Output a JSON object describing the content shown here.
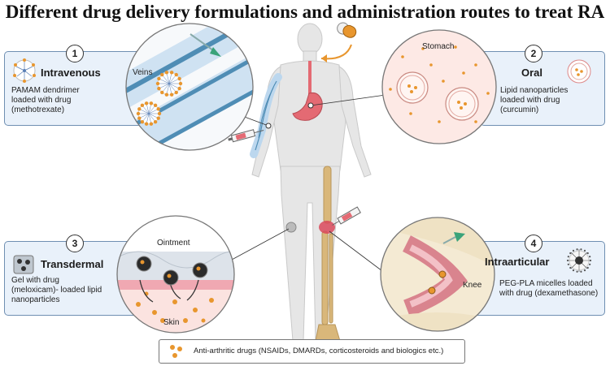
{
  "title": "Different drug delivery formulations and administration routes to treat RA",
  "panels": {
    "intravenous": {
      "number": "1",
      "title": "Intravenous",
      "description_lines": [
        "PAMAM dendrimer",
        "loaded with drug",
        "(methotrexate)"
      ],
      "label": "Veins"
    },
    "oral": {
      "number": "2",
      "title": "Oral",
      "description_lines": [
        "Lipid nanoparticles",
        "loaded with drug",
        "(curcumin)"
      ],
      "label": "Stomach"
    },
    "transdermal": {
      "number": "3",
      "title": "Transdermal",
      "description_lines": [
        "Gel with drug",
        "(meloxicam)-  loaded lipid",
        "nanoparticles"
      ],
      "label_top": "Ointment",
      "label_bottom": "Skin"
    },
    "intraarticular": {
      "number": "4",
      "title": "Intraarticular",
      "description_lines": [
        "PEG-PLA micelles loaded",
        "with drug (dexamethasone)"
      ],
      "label": "Knee"
    }
  },
  "legend": {
    "text": "Anti-arthritic drugs (NSAIDs, DMARDs, corticosteroids and biologics etc.)"
  },
  "colors": {
    "panel_bg": "#e9f1fa",
    "panel_border": "#6f8fb2",
    "drug": "#e8962e",
    "vein": "#4f8db5",
    "stomach": "#e46a73",
    "body": "#e6e6e6",
    "bone": "#d9b77a"
  }
}
